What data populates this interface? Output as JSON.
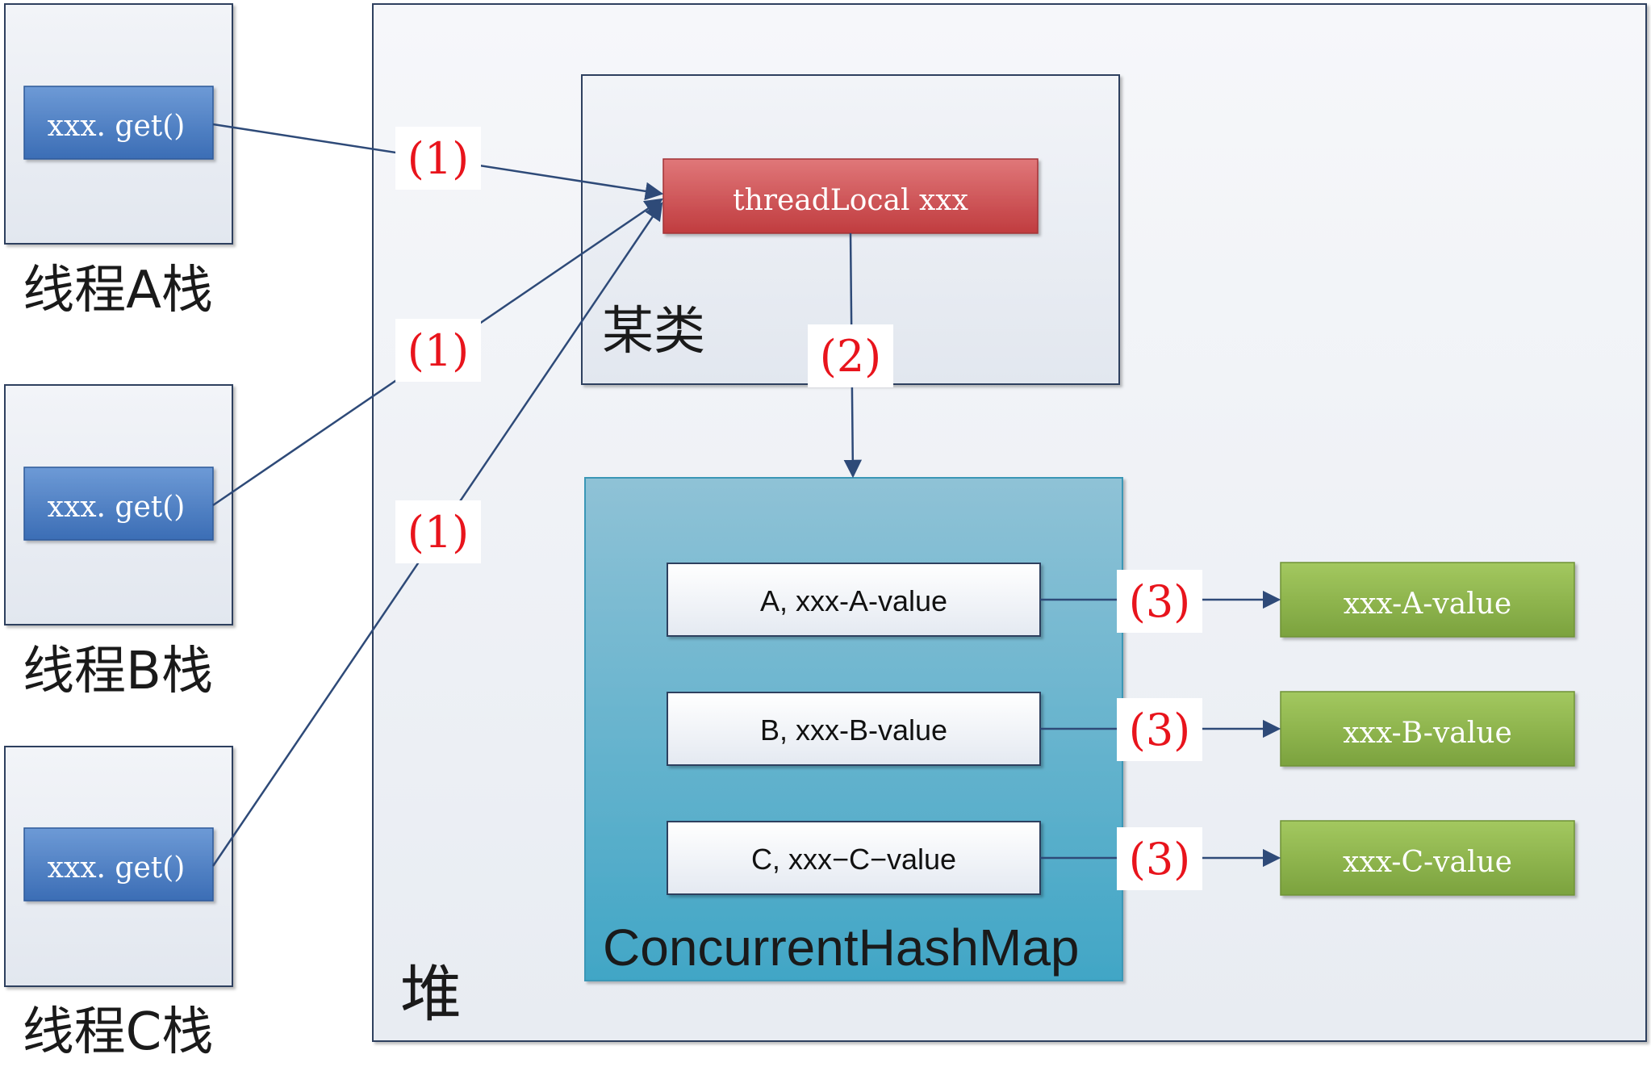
{
  "threads": [
    {
      "call": "xxx. get()",
      "caption": "线程A栈"
    },
    {
      "call": "xxx. get()",
      "caption": "线程B栈"
    },
    {
      "call": "xxx. get()",
      "caption": "线程C栈"
    }
  ],
  "heap": {
    "label": "堆",
    "some_class": {
      "label": "某类",
      "field": "threadLocal xxx"
    },
    "map": {
      "label": "ConcurrentHashMap",
      "entries": [
        {
          "key": "A, xxx-A-value",
          "value": "xxx-A-value"
        },
        {
          "key": "B, xxx-B-value",
          "value": "xxx-B-value"
        },
        {
          "key": "C, xxx−C−value",
          "value": "xxx-C-value"
        }
      ]
    }
  },
  "steps": {
    "one": "(1)",
    "two": "(2)",
    "three": "(3)"
  },
  "colors": {
    "call_box": "#4a7ec4",
    "field_box": "#cc4a4c",
    "map_box": "#4aa9c8",
    "value_box": "#8db04a",
    "connector": "#2e4a78",
    "step_label": "#e8141c"
  }
}
